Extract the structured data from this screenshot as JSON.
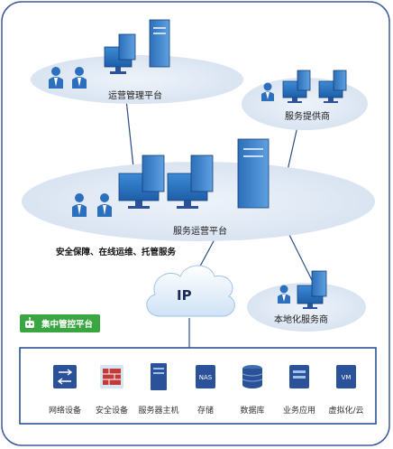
{
  "nodes": {
    "ops_platform": "运营管理平台",
    "service_provider": "服务提供商",
    "service_ops_platform": "服务运营平台",
    "services_note": "安全保障、在线运维、托管服务",
    "ip_cloud": "IP",
    "local_provider": "本地化服务商",
    "central_control": "集中管控平台"
  },
  "devices": [
    {
      "label": "网络设备",
      "icon": "network-switch-icon",
      "chip": ""
    },
    {
      "label": "安全设备",
      "icon": "firewall-icon",
      "chip": ""
    },
    {
      "label": "服务器主机",
      "icon": "server-host-icon",
      "chip": ""
    },
    {
      "label": "存储",
      "icon": "storage-icon",
      "chip": "NAS"
    },
    {
      "label": "数据库",
      "icon": "database-icon",
      "chip": ""
    },
    {
      "label": "业务应用",
      "icon": "application-icon",
      "chip": ""
    },
    {
      "label": "虚拟化/云",
      "icon": "virtualization-icon",
      "chip": "VM"
    }
  ],
  "colors": {
    "frame": "#3a5a9a",
    "ellipse": "#dfe8f4",
    "device_box": "#2b5298",
    "badge": "#39a642",
    "monitor": "#2a6fb8"
  }
}
